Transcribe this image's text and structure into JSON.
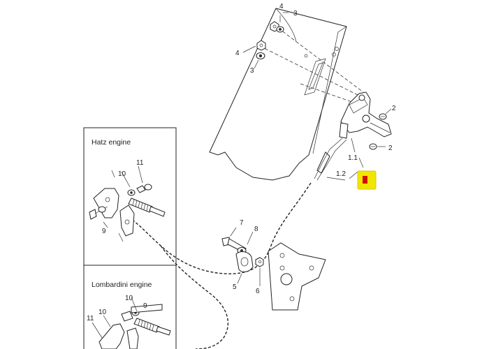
{
  "insets": [
    {
      "title": "Hatz engine",
      "callouts": [
        "10",
        "11",
        "9"
      ]
    },
    {
      "title": "Lombardini engine",
      "callouts": [
        "10",
        "9",
        "11",
        "10"
      ]
    }
  ],
  "callouts": {
    "top_nut_4": "4",
    "top_washer_3": "3",
    "left_nut_4": "4",
    "left_washer_3": "3",
    "right_screw_2_upper": "2",
    "right_screw_2_lower": "2",
    "lever_1_1": "1.1",
    "cable_1_2": "1.2",
    "bolt_7": "7",
    "washer_8": "8",
    "clamp_5": "5",
    "nut_6": "6"
  },
  "highlight": {
    "color": "#f2e600",
    "marker_color": "#cc1100"
  }
}
